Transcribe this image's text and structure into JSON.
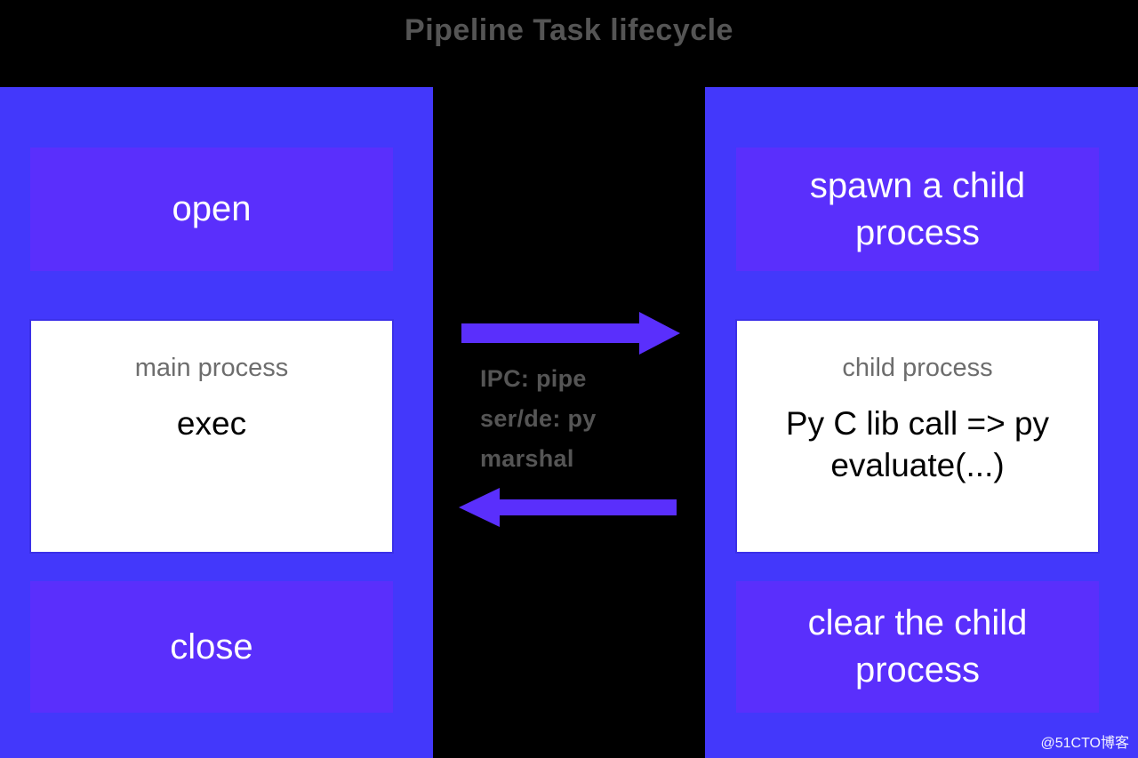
{
  "title": "Pipeline Task lifecycle",
  "colors": {
    "background": "#000000",
    "panel": "#4338fb",
    "accent_box": "#5a2ffc",
    "arrow": "#5a2ffc",
    "title_text": "#555555",
    "caption_text": "#555555",
    "process_label": "#6d6d6d",
    "process_body": "#000000",
    "white_box": "#ffffff",
    "white_box_border": "#3b30e8"
  },
  "left_column": {
    "name": "main-process-column",
    "top_box": "open",
    "process": {
      "label": "main process",
      "body": "exec"
    },
    "bottom_box": "close"
  },
  "middle_column": {
    "name": "ipc-column",
    "arrow_right": "arrow-right",
    "arrow_left": "arrow-left",
    "caption_line1": "IPC: pipe",
    "caption_line2": "ser/de: py",
    "caption_line3": "marshal"
  },
  "right_column": {
    "name": "child-process-column",
    "top_box": "spawn a child process",
    "process": {
      "label": "child process",
      "body": "Py C lib call => py evaluate(...)"
    },
    "bottom_box": "clear the child process"
  },
  "watermark": "@51CTO博客"
}
